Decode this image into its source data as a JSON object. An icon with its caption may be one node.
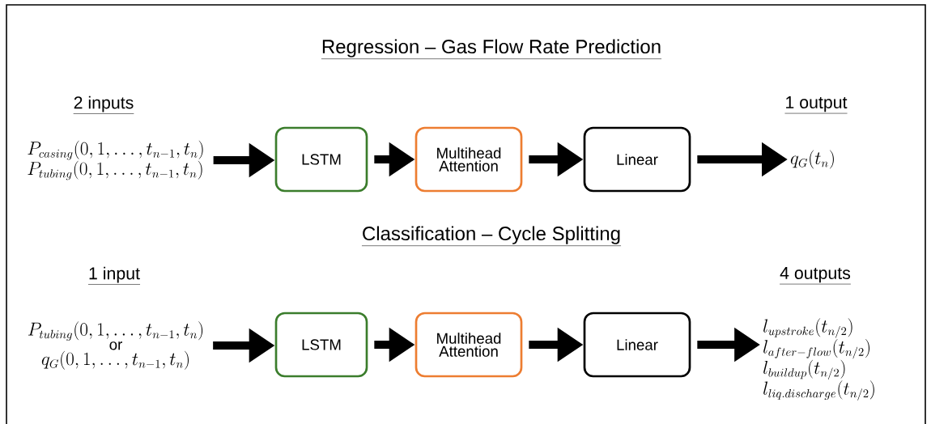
{
  "diagram": {
    "nodes": [
      {
        "text": [
          "P_{casing}(0,1,\\ldots,t_{n-1},t_n)",
          "P_{tubing}(0,1,\\ldots,t_{n-1},t_n)"
        ]
      },
      {
        "text": [
          "LSTM"
        ]
      },
      {
        "text": [
          "Multihead Attention"
        ]
      },
      {
        "text": [
          "Linear"
        ]
      },
      {
        "text": [
          "q_G(t_n)"
        ]
      },
      {
        "text": [
          "P_{tubing}(0,1,\\ldots,t_{n-1},t_n)",
          "or",
          "q_G(0,1,\\ldots,t_{n-1},t_n)"
        ]
      },
      {
        "text": [
          "LSTM"
        ]
      },
      {
        "text": [
          "Multihead Attention"
        ]
      },
      {
        "text": [
          "Linear"
        ]
      },
      {
        "text": [
          "l_{upstroke}(t_{n/2})",
          "l_{after-flow}(t_{n/2})",
          "l_{buildup}(t_{n/2})",
          "l_{liq.discharge}(t_{n/2})"
        ]
      }
    ],
    "edges": [
      {
        "from": 0,
        "to": 1,
        "arrow": "to"
      },
      {
        "from": 1,
        "to": 2,
        "arrow": "to"
      },
      {
        "from": 2,
        "to": 3,
        "arrow": "to"
      },
      {
        "from": 3,
        "to": 4,
        "arrow": "to"
      },
      {
        "from": 5,
        "to": 6,
        "arrow": "to"
      },
      {
        "from": 6,
        "to": 7,
        "arrow": "to"
      },
      {
        "from": 7,
        "to": 8,
        "arrow": "to"
      },
      {
        "from": 8,
        "to": 9,
        "arrow": "to"
      }
    ],
    "labels": [
      "Regression – Gas Flow Rate Prediction",
      "2 inputs",
      "1 output",
      "Classification – Cycle Splitting",
      "1 input",
      "4 outputs"
    ]
  }
}
